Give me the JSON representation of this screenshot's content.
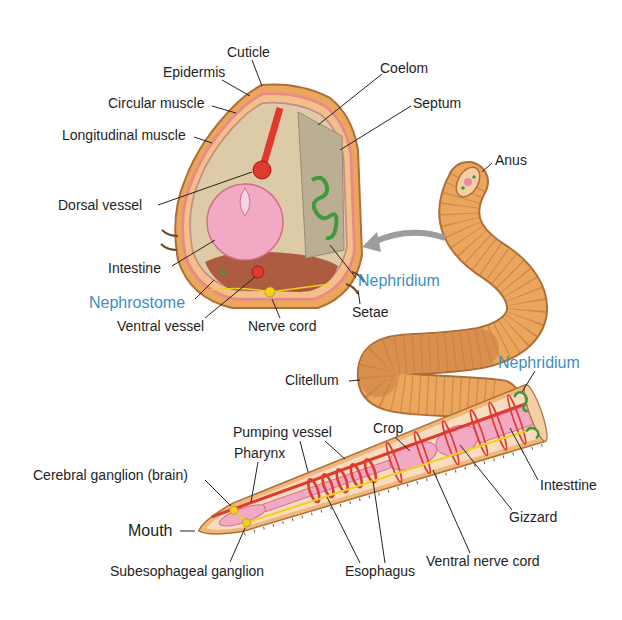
{
  "diagram": {
    "labels": [
      "Cuticle",
      "Epidermis",
      "Coelom",
      "Circular muscle",
      "Septum",
      "Longitudinal muscle",
      "Anus",
      "Dorsal vessel",
      "Intestine",
      "Nephridium",
      "Nephrostome",
      "Ventral vessel",
      "Nerve cord",
      "Setae",
      "Nephridium",
      "Clitellum",
      "Pumping vessel",
      "Crop",
      "Pharynx",
      "Intesttine",
      "Cerebral ganglion (brain)",
      "Gizzard",
      "Mouth",
      "Ventral nerve cord",
      "Subesophageal ganglion",
      "Esophagus"
    ]
  }
}
